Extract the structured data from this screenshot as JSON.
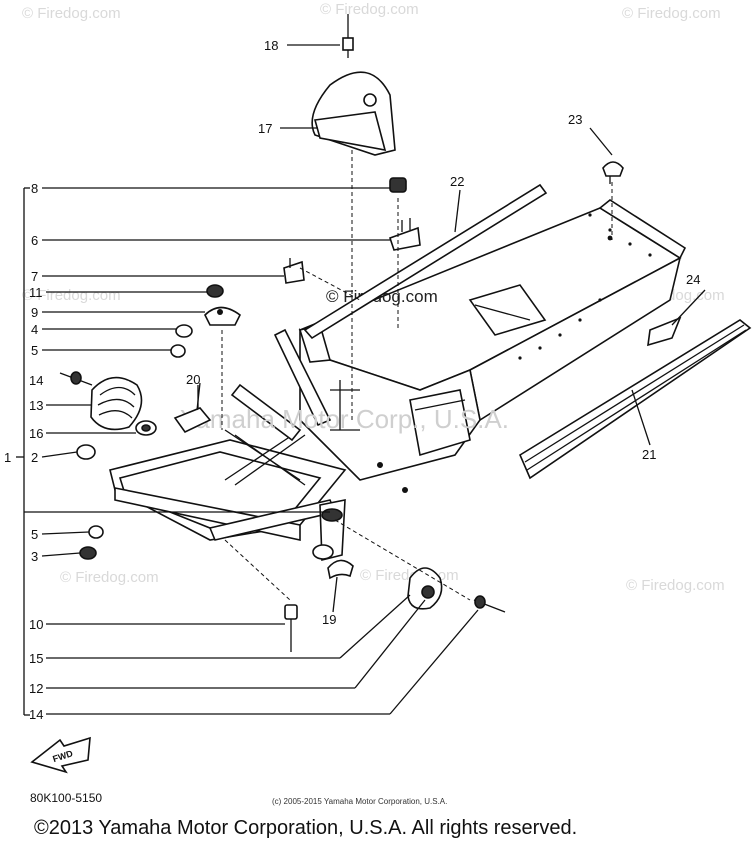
{
  "watermarks": {
    "tl": "© Firedog.com",
    "tm": "© Firedog.com",
    "tr": "© Firedog.com",
    "center": "© Firedog.com",
    "left_mid": "© Firedog.com",
    "bottom_left": "© Firedog.com",
    "bottom_mid": "© Firedog.com",
    "right_mid": "© Firedog.com",
    "right_low": "© Firedog.com",
    "overlay": "Yamaha Motor Corp., U.S.A."
  },
  "callouts": {
    "c1": "1",
    "c2": "2",
    "c3": "3",
    "c4": "4",
    "c5a": "5",
    "c5b": "5",
    "c6": "6",
    "c7": "7",
    "c8": "8",
    "c9": "9",
    "c10": "10",
    "c11": "11",
    "c12": "12",
    "c13": "13",
    "c14a": "14",
    "c14b": "14",
    "c15": "15",
    "c16": "16",
    "c17": "17",
    "c18": "18",
    "c19": "19",
    "c20": "20",
    "c21": "21",
    "c22": "22",
    "c23": "23",
    "c24": "24"
  },
  "fwd_label": "FWD",
  "diagram_code": "80K100-5150",
  "small_copyright": "(c) 2005-2015 Yamaha Motor Corporation, U.S.A.",
  "footer_copyright": "©2013 Yamaha Motor Corporation, U.S.A. All rights reserved."
}
